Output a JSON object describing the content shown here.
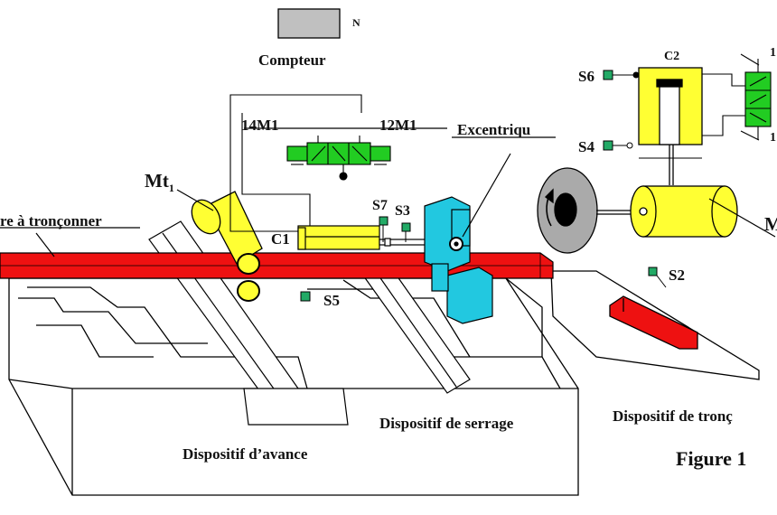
{
  "labels": {
    "compteur": "Compteur",
    "n": "N",
    "m14": "14M1",
    "m12": "12M1",
    "excentrique": "Excentriqu",
    "mt1": "Mt",
    "mt1_sub": "1",
    "barre": "re à tronçonner",
    "c1": "C1",
    "s7": "S7",
    "s3": "S3",
    "s5": "S5",
    "s6": "S6",
    "s4": "S4",
    "c2": "C2",
    "s2": "S2",
    "m_right": "M",
    "one_top": "1",
    "one_mid": "1",
    "serrage": "Dispositif de serrage",
    "avance": "Dispositif d’avance",
    "tronc": "Dispositif de tronç",
    "figure": "Figure 1"
  },
  "colors": {
    "bar": "#ee1111",
    "motor": "#ffff33",
    "valve": "#22cc22",
    "clamp": "#22c8e0",
    "sensor": "#22aa66",
    "counter": "#c0c0c0",
    "disc": "#aaaaaa"
  }
}
